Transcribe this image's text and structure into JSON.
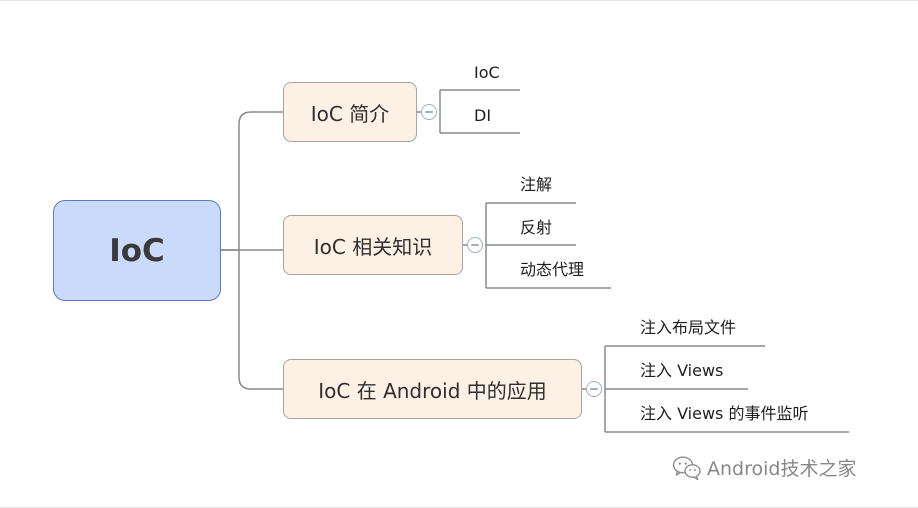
{
  "mindmap": {
    "root": {
      "label": "IoC"
    },
    "branches": [
      {
        "label": "IoC 简介",
        "children": [
          {
            "label": "IoC"
          },
          {
            "label": "DI"
          }
        ]
      },
      {
        "label": "IoC 相关知识",
        "children": [
          {
            "label": "注解"
          },
          {
            "label": "反射"
          },
          {
            "label": "动态代理"
          }
        ]
      },
      {
        "label": "IoC 在 Android 中的应用",
        "children": [
          {
            "label": "注入布局文件"
          },
          {
            "label": "注入 Views"
          },
          {
            "label": "注入  Views 的事件监听"
          }
        ]
      }
    ]
  },
  "watermark": {
    "text": "Android技术之家",
    "icon": "wechat-icon"
  },
  "colors": {
    "root_fill": "#c9dafb",
    "root_border": "#5b7cc4",
    "branch_fill": "#fdf1e6",
    "branch_border": "#a9a39d",
    "connector": "#8a8a8a",
    "collapse_toggle": "#9fb0c6"
  }
}
